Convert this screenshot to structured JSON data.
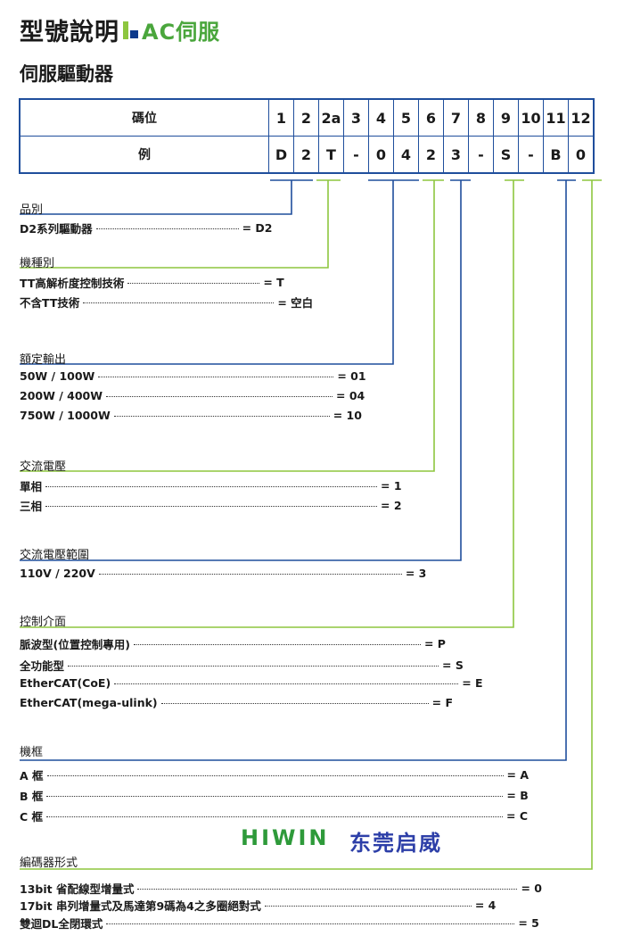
{
  "title": "型號說明",
  "title_sub": "AC伺服",
  "subtitle": "伺服驅動器",
  "table": {
    "row1_label": "碼位",
    "row2_label": "例",
    "positions": [
      "1",
      "2",
      "2a",
      "3",
      "4",
      "5",
      "6",
      "7",
      "8",
      "9",
      "10",
      "11",
      "12"
    ],
    "example": [
      "D",
      "2",
      "T",
      "-",
      "0",
      "4",
      "2",
      "3",
      "-",
      "S",
      "-",
      "B",
      "0"
    ]
  },
  "sections": [
    {
      "title": "品別",
      "items": [
        {
          "label": "D2系列驅動器",
          "value": "= D2"
        }
      ]
    },
    {
      "title": "機種別",
      "items": [
        {
          "label": "TT高解析度控制技術",
          "value": "= T"
        },
        {
          "label": "不含TT技術",
          "value": "= 空白"
        }
      ]
    },
    {
      "title": "額定輸出",
      "items": [
        {
          "label": "50W / 100W",
          "value": "= 01"
        },
        {
          "label": "200W / 400W",
          "value": "= 04"
        },
        {
          "label": "750W / 1000W",
          "value": "= 10"
        }
      ]
    },
    {
      "title": "交流電壓",
      "items": [
        {
          "label": "單相",
          "value": "= 1"
        },
        {
          "label": "三相",
          "value": "= 2"
        }
      ]
    },
    {
      "title": "交流電壓範圍",
      "items": [
        {
          "label": "110V / 220V",
          "value": "= 3"
        }
      ]
    },
    {
      "title": "控制介面",
      "items": [
        {
          "label": "脈波型(位置控制專用)",
          "value": "= P"
        },
        {
          "label": "全功能型",
          "value": "= S"
        },
        {
          "label": "EtherCAT(CoE)",
          "value": "= E"
        },
        {
          "label": "EtherCAT(mega-ulink)",
          "value": "= F"
        }
      ]
    },
    {
      "title": "機框",
      "items": [
        {
          "label": "A 框",
          "value": "= A"
        },
        {
          "label": "B 框",
          "value": "= B"
        },
        {
          "label": "C 框",
          "value": "= C"
        }
      ]
    },
    {
      "title": "編碼器形式",
      "items": [
        {
          "label": "13bit 省配線型增量式",
          "value": "= 0"
        },
        {
          "label": "17bit 串列增量式及馬達第9碼為4之多圈絕對式",
          "value": "= 4"
        },
        {
          "label": "雙迴DL全閉環式",
          "value": "= 5"
        }
      ]
    }
  ],
  "watermark": {
    "brand": "HIWIN",
    "company": "东莞启威"
  },
  "colors": {
    "blue": "#1f4e9c",
    "green": "#8dc63f",
    "title_green": "#4aa63c",
    "wm_green": "#2e9a3a",
    "wm_blue": "#2d3fa8"
  }
}
